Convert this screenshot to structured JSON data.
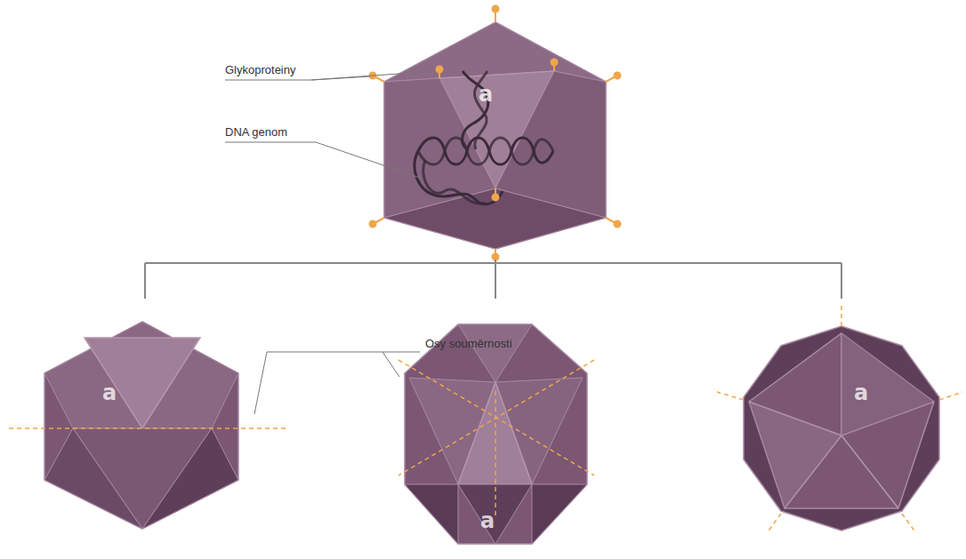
{
  "diagram": {
    "labels": [
      "Glykoproteiny",
      "DNA genom",
      "Osy souměrnosti",
      "a",
      "a",
      "a",
      "a"
    ]
  }
}
